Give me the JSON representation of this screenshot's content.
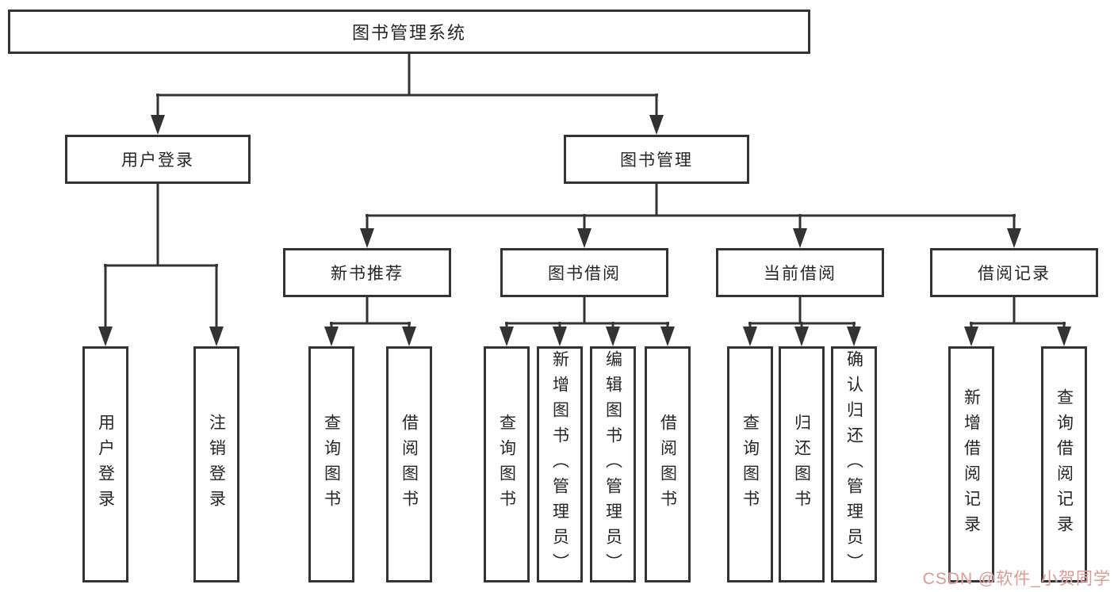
{
  "diagram": {
    "root": "图书管理系统",
    "level1": {
      "user_login": "用户登录",
      "book_mgmt": "图书管理"
    },
    "level2": {
      "new_books": "新书推荐",
      "book_borrow": "图书借阅",
      "current_borrow": "当前借阅",
      "borrow_records": "借阅记录"
    },
    "leaves": {
      "user_login": [
        "用户登录",
        "注销登录"
      ],
      "new_books": [
        "查询图书",
        "借阅图书"
      ],
      "book_borrow": [
        "查询图书",
        "新增图书（管理员）",
        "编辑图书（管理员）",
        "借阅图书"
      ],
      "current_borrow": [
        "查询图书",
        "归还图书",
        "确认归还（管理员）"
      ],
      "borrow_records": [
        "新增借阅记录",
        "查询借阅记录"
      ]
    }
  },
  "watermark": "CSDN @软件_小贺同学",
  "colors": {
    "line": "#333333",
    "text": "#262626",
    "watermark": "#db9b94"
  }
}
